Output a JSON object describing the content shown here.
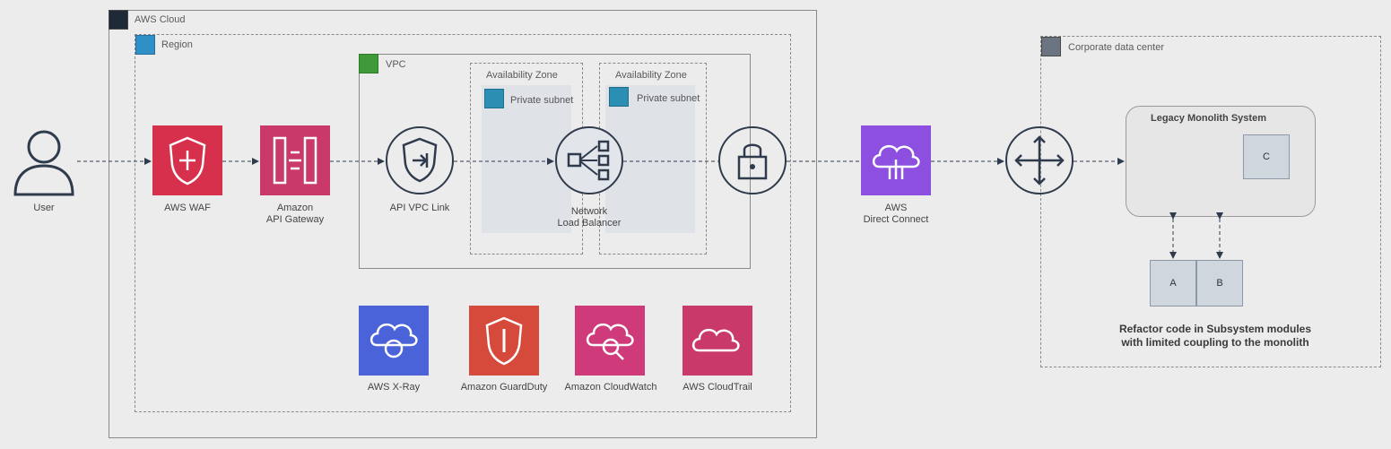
{
  "groups": {
    "aws_cloud": "AWS Cloud",
    "region": "Region",
    "vpc": "VPC",
    "az1": "Availability Zone",
    "az2": "Availability Zone",
    "subnet1": "Private\nsubnet",
    "subnet2": "Private\nsubnet",
    "corporate": "Corporate data center"
  },
  "nodes": {
    "user": "User",
    "waf": "AWS WAF",
    "apigw": "Amazon\nAPI Gateway",
    "vpclink": "API VPC Link",
    "nlb": "Network\nLoad Balancer",
    "directconnect": "AWS\nDirect Connect",
    "xray": "AWS X-Ray",
    "guardduty": "Amazon GuardDuty",
    "cloudwatch": "Amazon CloudWatch",
    "cloudtrail": "AWS CloudTrail"
  },
  "legacy": {
    "title": "Legacy Monolith System",
    "module_c": "C",
    "module_a": "A",
    "module_b": "B",
    "note": "Refactor code in Subsystem modules\nwith limited coupling to the monolith"
  },
  "colors": {
    "waf": "#d6304c",
    "apigw": "#c93a6a",
    "directconnect": "#8c4fe0",
    "xray": "#4b63d8",
    "guardduty": "#d64a3c",
    "cloudwatch": "#cf3a7a",
    "cloudtrail": "#c93a6a",
    "line": "#2f3b4c"
  }
}
